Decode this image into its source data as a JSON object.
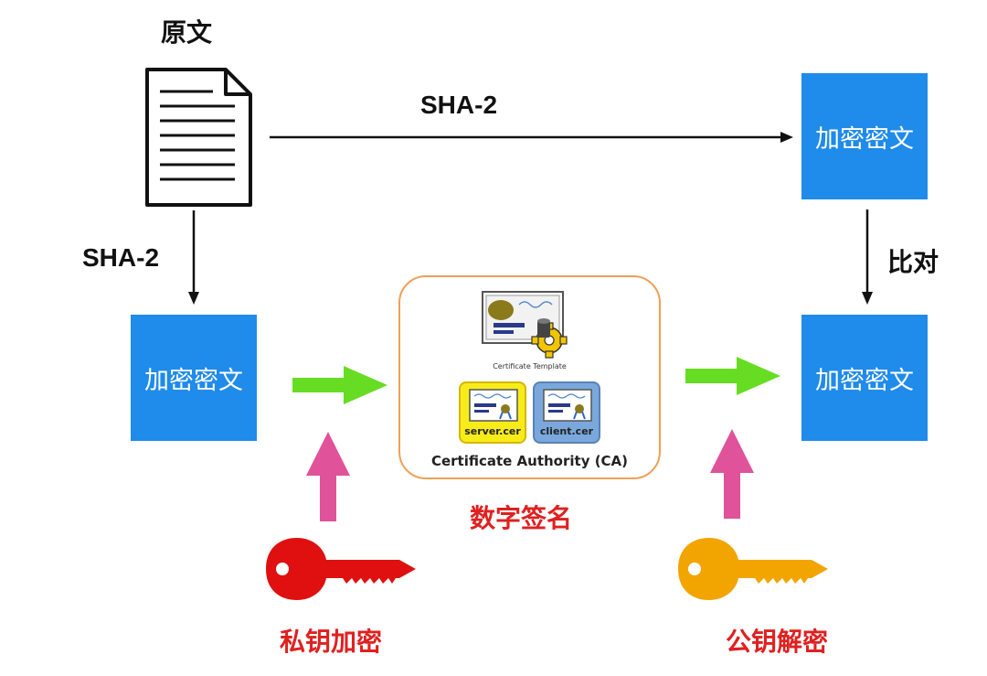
{
  "original_label": "原文",
  "hash_top_label": "SHA-2",
  "hash_left_label": "SHA-2",
  "compare_label": "比对",
  "box_top_right": "加密密文",
  "box_left": "加密密文",
  "box_right": "加密密文",
  "ca": {
    "template_label": "Certificate Template",
    "server_cert": "server.cer",
    "client_cert": "client.cer",
    "title": "Certificate Authority (CA)"
  },
  "signature_label": "数字签名",
  "private_key_label": "私钥加密",
  "public_key_label": "公钥解密",
  "colors": {
    "box_blue": "#1f8bea",
    "flow_green": "#66dd22",
    "push_pink": "#e0529a",
    "private_key_red": "#e01010",
    "public_key_orange": "#f2a500",
    "ca_border": "#f0a056",
    "label_red": "#e02020"
  }
}
